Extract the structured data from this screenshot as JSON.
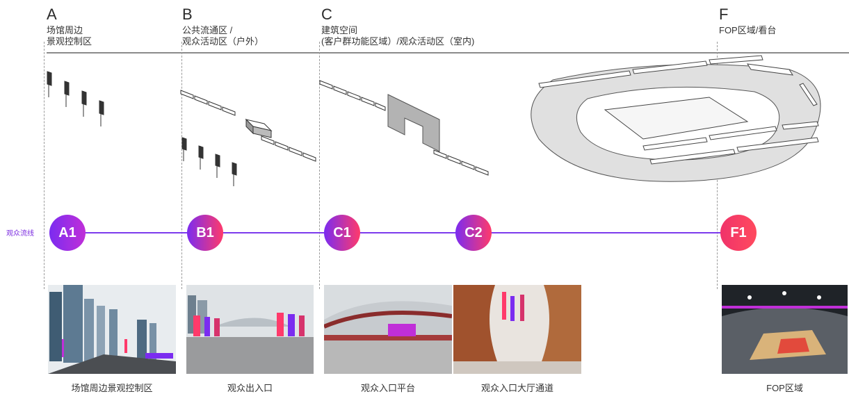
{
  "zones": [
    {
      "letter": "A",
      "lines": [
        "场馆周边",
        "景观控制区"
      ]
    },
    {
      "letter": "B",
      "lines": [
        "公共流通区 /",
        "观众活动区（户外）"
      ]
    },
    {
      "letter": "C",
      "lines": [
        "建筑空间",
        "(客户群功能区域）/观众活动区（室内)"
      ]
    },
    {
      "letter": "F",
      "lines": [
        "FOP区域/看台"
      ]
    }
  ],
  "flow": {
    "label": "观众流线",
    "color": "#7c3aed",
    "nodes": [
      {
        "label": "A1",
        "caption": "场馆周边景观控制区"
      },
      {
        "label": "B1",
        "caption": "观众出入口"
      },
      {
        "label": "C1",
        "caption": "观众入口平台"
      },
      {
        "label": "C2",
        "caption": "观众入口大厅通道"
      },
      {
        "label": "F1",
        "caption": "FOP区域"
      }
    ]
  },
  "colors": {
    "gradient_start": "#7b2cf0",
    "gradient_end": "#ff3a6b",
    "f1": "#f0336a"
  }
}
